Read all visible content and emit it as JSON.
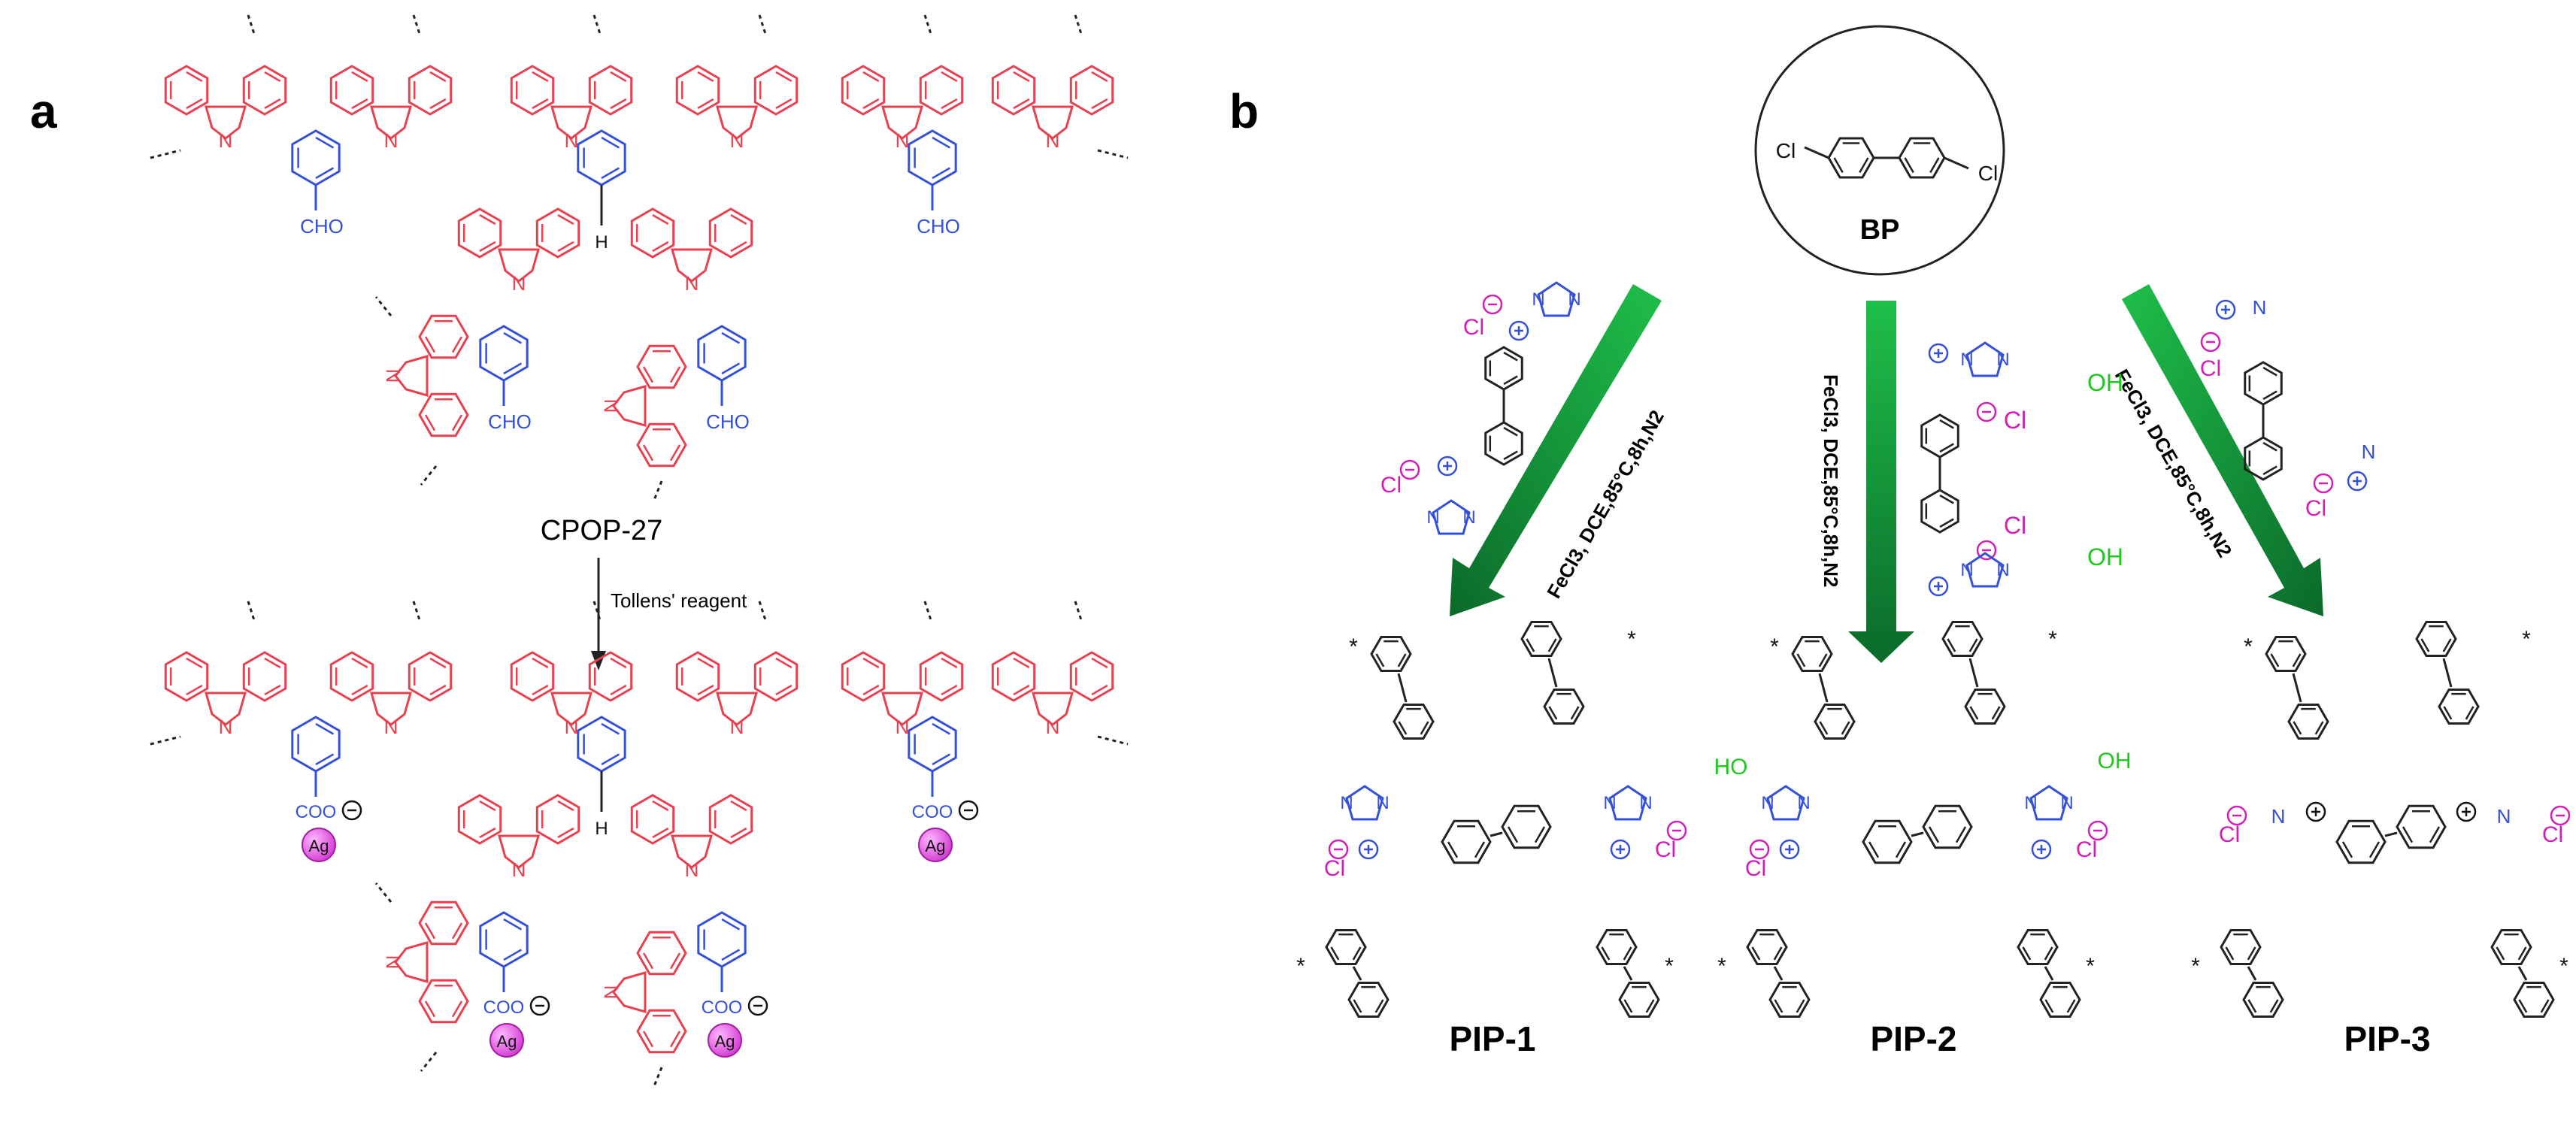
{
  "panels": {
    "a": {
      "label": "a"
    },
    "b": {
      "label": "b"
    }
  },
  "panel_a": {
    "top_polymer_name": "CPOP-27",
    "reaction_reagent": "Tollens' reagent",
    "aldehyde_group": "CHO",
    "methine_h": "H",
    "nitrogen": "N",
    "carboxylate_group": "COO",
    "silver": "Ag"
  },
  "panel_b": {
    "monomer_label": "BP",
    "chloro": "Cl",
    "reaction_condition": "FeCl3, DCE,85°C,8h,N2",
    "products": [
      "PIP-1",
      "PIP-2",
      "PIP-3"
    ],
    "hydroxyl": "OH",
    "hydroxyl_reverse": "HO",
    "nitrogen": "N",
    "chloride": "Cl"
  },
  "colors": {
    "carbazole": "#e8404f",
    "benzene_core": "#3550d8",
    "silver_ball": "#e060e0",
    "counter_ion": "#d21fb8",
    "hydroxyl": "#1fc81f",
    "arrow_light": "#1fbf4a",
    "arrow_dark": "#0b6a2a",
    "bond": "#222222"
  }
}
